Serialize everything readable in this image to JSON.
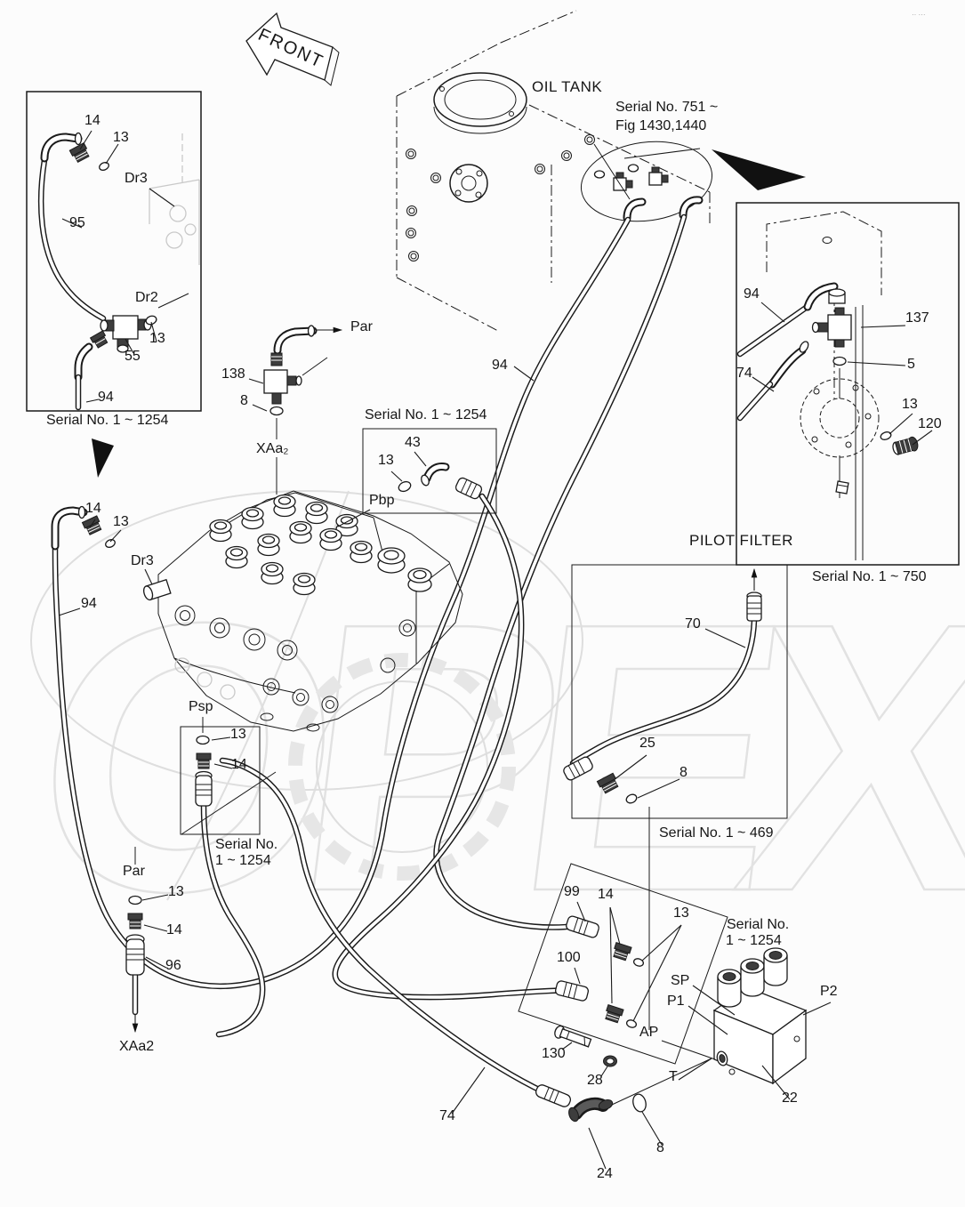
{
  "colors": {
    "ink": "#1a1a1a",
    "watermark": "#dedede",
    "paper": "#fcfcfc",
    "arrow_fill": "#111111"
  },
  "watermark": {
    "text": "OPEX",
    "corner_artifact": "·· ···"
  },
  "front_arrow": {
    "label": "FRONT"
  },
  "oil_tank": {
    "label": "OIL TANK",
    "note_line1": "Serial No. 751 ~",
    "note_line2": "Fig 1430,1440"
  },
  "inset_drain": {
    "caption": "Serial No. 1 ~ 1254",
    "p14": "14",
    "p13_upper": "13",
    "dr3": "Dr3",
    "p95": "95",
    "dr2": "Dr2",
    "p13_lower": "13",
    "p55": "55",
    "p94": "94"
  },
  "inset_filter": {
    "caption": "Serial No. 1 ~ 750",
    "p94": "94",
    "p137": "137",
    "p74": "74",
    "p5": "5",
    "p13": "13",
    "p120": "120"
  },
  "inset_pbp": {
    "caption": "Serial No. 1 ~ 1254",
    "p43": "43",
    "p13": "13",
    "port": "Pbp"
  },
  "inset_psp": {
    "caption_line1": "Serial No.",
    "caption_line2": "1 ~ 1254",
    "port": "Psp",
    "p13": "13",
    "p14": "14"
  },
  "inset_ap": {
    "caption": "Serial No. 1 ~ 469",
    "p25": "25",
    "p8": "8"
  },
  "inset_shuttle": {
    "caption_line1": "Serial No.",
    "caption_line2": "1 ~ 1254",
    "p99": "99",
    "p14": "14",
    "p100": "100",
    "p13": "13",
    "sp": "SP",
    "p1": "P1",
    "ap": "AP"
  },
  "main": {
    "par_top": "Par",
    "p138": "138",
    "p8_top": "8",
    "xaa2_top": "XAa₂",
    "p14_left": "14",
    "p13_left": "13",
    "dr3_left": "Dr3",
    "p94_left": "94",
    "p94_tank": "94",
    "pilot_filter": "PILOT FILTER",
    "p70": "70",
    "par_bottom": "Par",
    "p13_bottom": "13",
    "p14_bottom": "14",
    "p96": "96",
    "xaa2_bottom": "XAa2",
    "p130": "130",
    "p28": "28",
    "t_port": "T",
    "p8_mid": "8",
    "p24": "24",
    "p74": "74",
    "p2_port": "P2",
    "p22": "22"
  }
}
